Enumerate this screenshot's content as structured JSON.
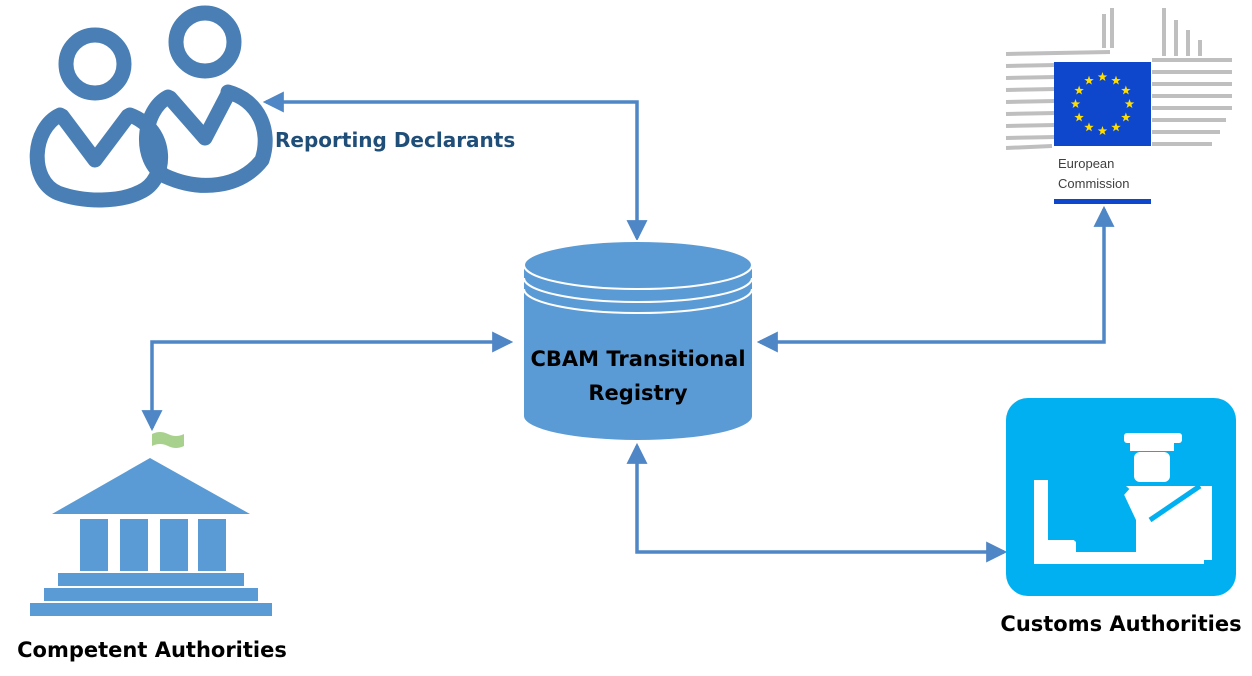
{
  "registry": {
    "line1": "CBAM Transitional",
    "line2": "Registry"
  },
  "reporting_declarants": {
    "label": "Reporting Declarants"
  },
  "competent_authorities": {
    "label": "Competent Authorities"
  },
  "customs_authorities": {
    "label": "Customs Authorities"
  },
  "european_commission": {
    "line1": "European",
    "line2": "Commission"
  },
  "colors": {
    "connector": "#4f86c6",
    "database": "#5b9bd5",
    "people_icon": "#4a7fb5",
    "building_icon": "#5b9bd5",
    "flag": "#a9d18e",
    "customs_tile": "#00b0f0",
    "eu_blue": "#0e47cb",
    "eu_star": "#ffdd00",
    "reporting_text": "#1f4e79"
  },
  "icons": {
    "reporting_declarants": "two-people-icon",
    "competent_authorities": "government-building-icon",
    "customs_authorities": "customs-officer-icon",
    "european_commission": "european-commission-logo",
    "registry": "database-cylinder-icon"
  }
}
